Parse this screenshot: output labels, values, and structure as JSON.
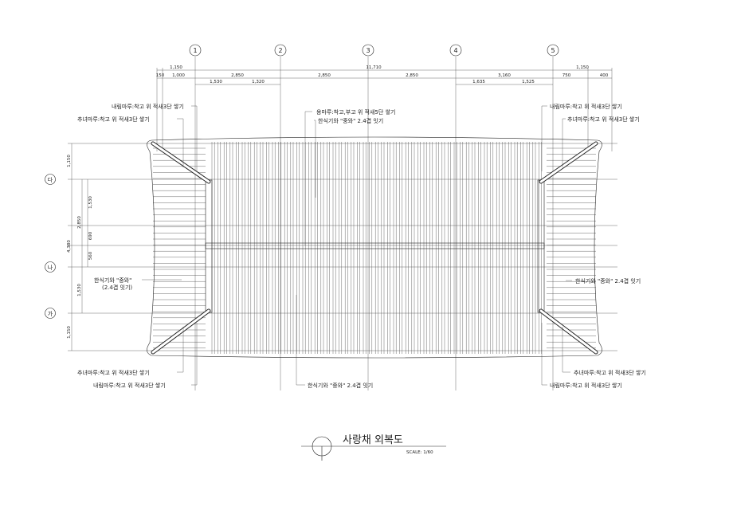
{
  "grid_columns": [
    "1",
    "2",
    "3",
    "4",
    "5"
  ],
  "grid_rows": [
    "다",
    "나",
    "가"
  ],
  "dimensions": {
    "top_overall": [
      "1,150",
      "11,710",
      "1,150"
    ],
    "top_bays": [
      "150",
      "1,000",
      "2,850",
      "2,850",
      "2,850",
      "3,160",
      "750",
      "400"
    ],
    "top_sub": [
      "1,530",
      "1,320",
      "1,635",
      "1,525"
    ],
    "left_overall": [
      "1,150",
      "4,380",
      "1,150"
    ],
    "left_mid": [
      "2,850",
      "1,530"
    ],
    "left_sub": [
      "1,530",
      "690",
      "560"
    ]
  },
  "labels": {
    "tl_naerim": "내림마루:착고 위 적새3단 쌓기",
    "tl_chunyeo": "추녀마루:착고 위 적새3단 쌓기",
    "top_yongmaru": "용마루:착고,부고 위 적새5단 쌓기",
    "top_giwa": "한식기와 \"중와\" 2.4겹 잇기",
    "tr_naerim": "내림마루:착고 위 적새3단 쌓기",
    "tr_chunyeo": "추녀마루:착고 위 적새3단 쌓기",
    "left_giwa_1": "한식기와 \"중와\"",
    "left_giwa_2": "(2.4겹 잇기)",
    "right_giwa": "한식기와 \"중와\" 2.4겹 잇기",
    "bl_chunyeo": "추녀마루:착고 위 적새3단 쌓기",
    "bl_naerim": "내림마루:착고 위 적새3단 쌓기",
    "bottom_giwa": "한식기와 \"중와\" 2.4겹 잇기",
    "br_chunyeo": "추녀마루:착고 위 적새3단 쌓기",
    "br_naerim": "내림마루:착고 위 적새3단 쌓기"
  },
  "title": {
    "name": "사랑채 외복도",
    "scale": "SCALE: 1/60"
  }
}
